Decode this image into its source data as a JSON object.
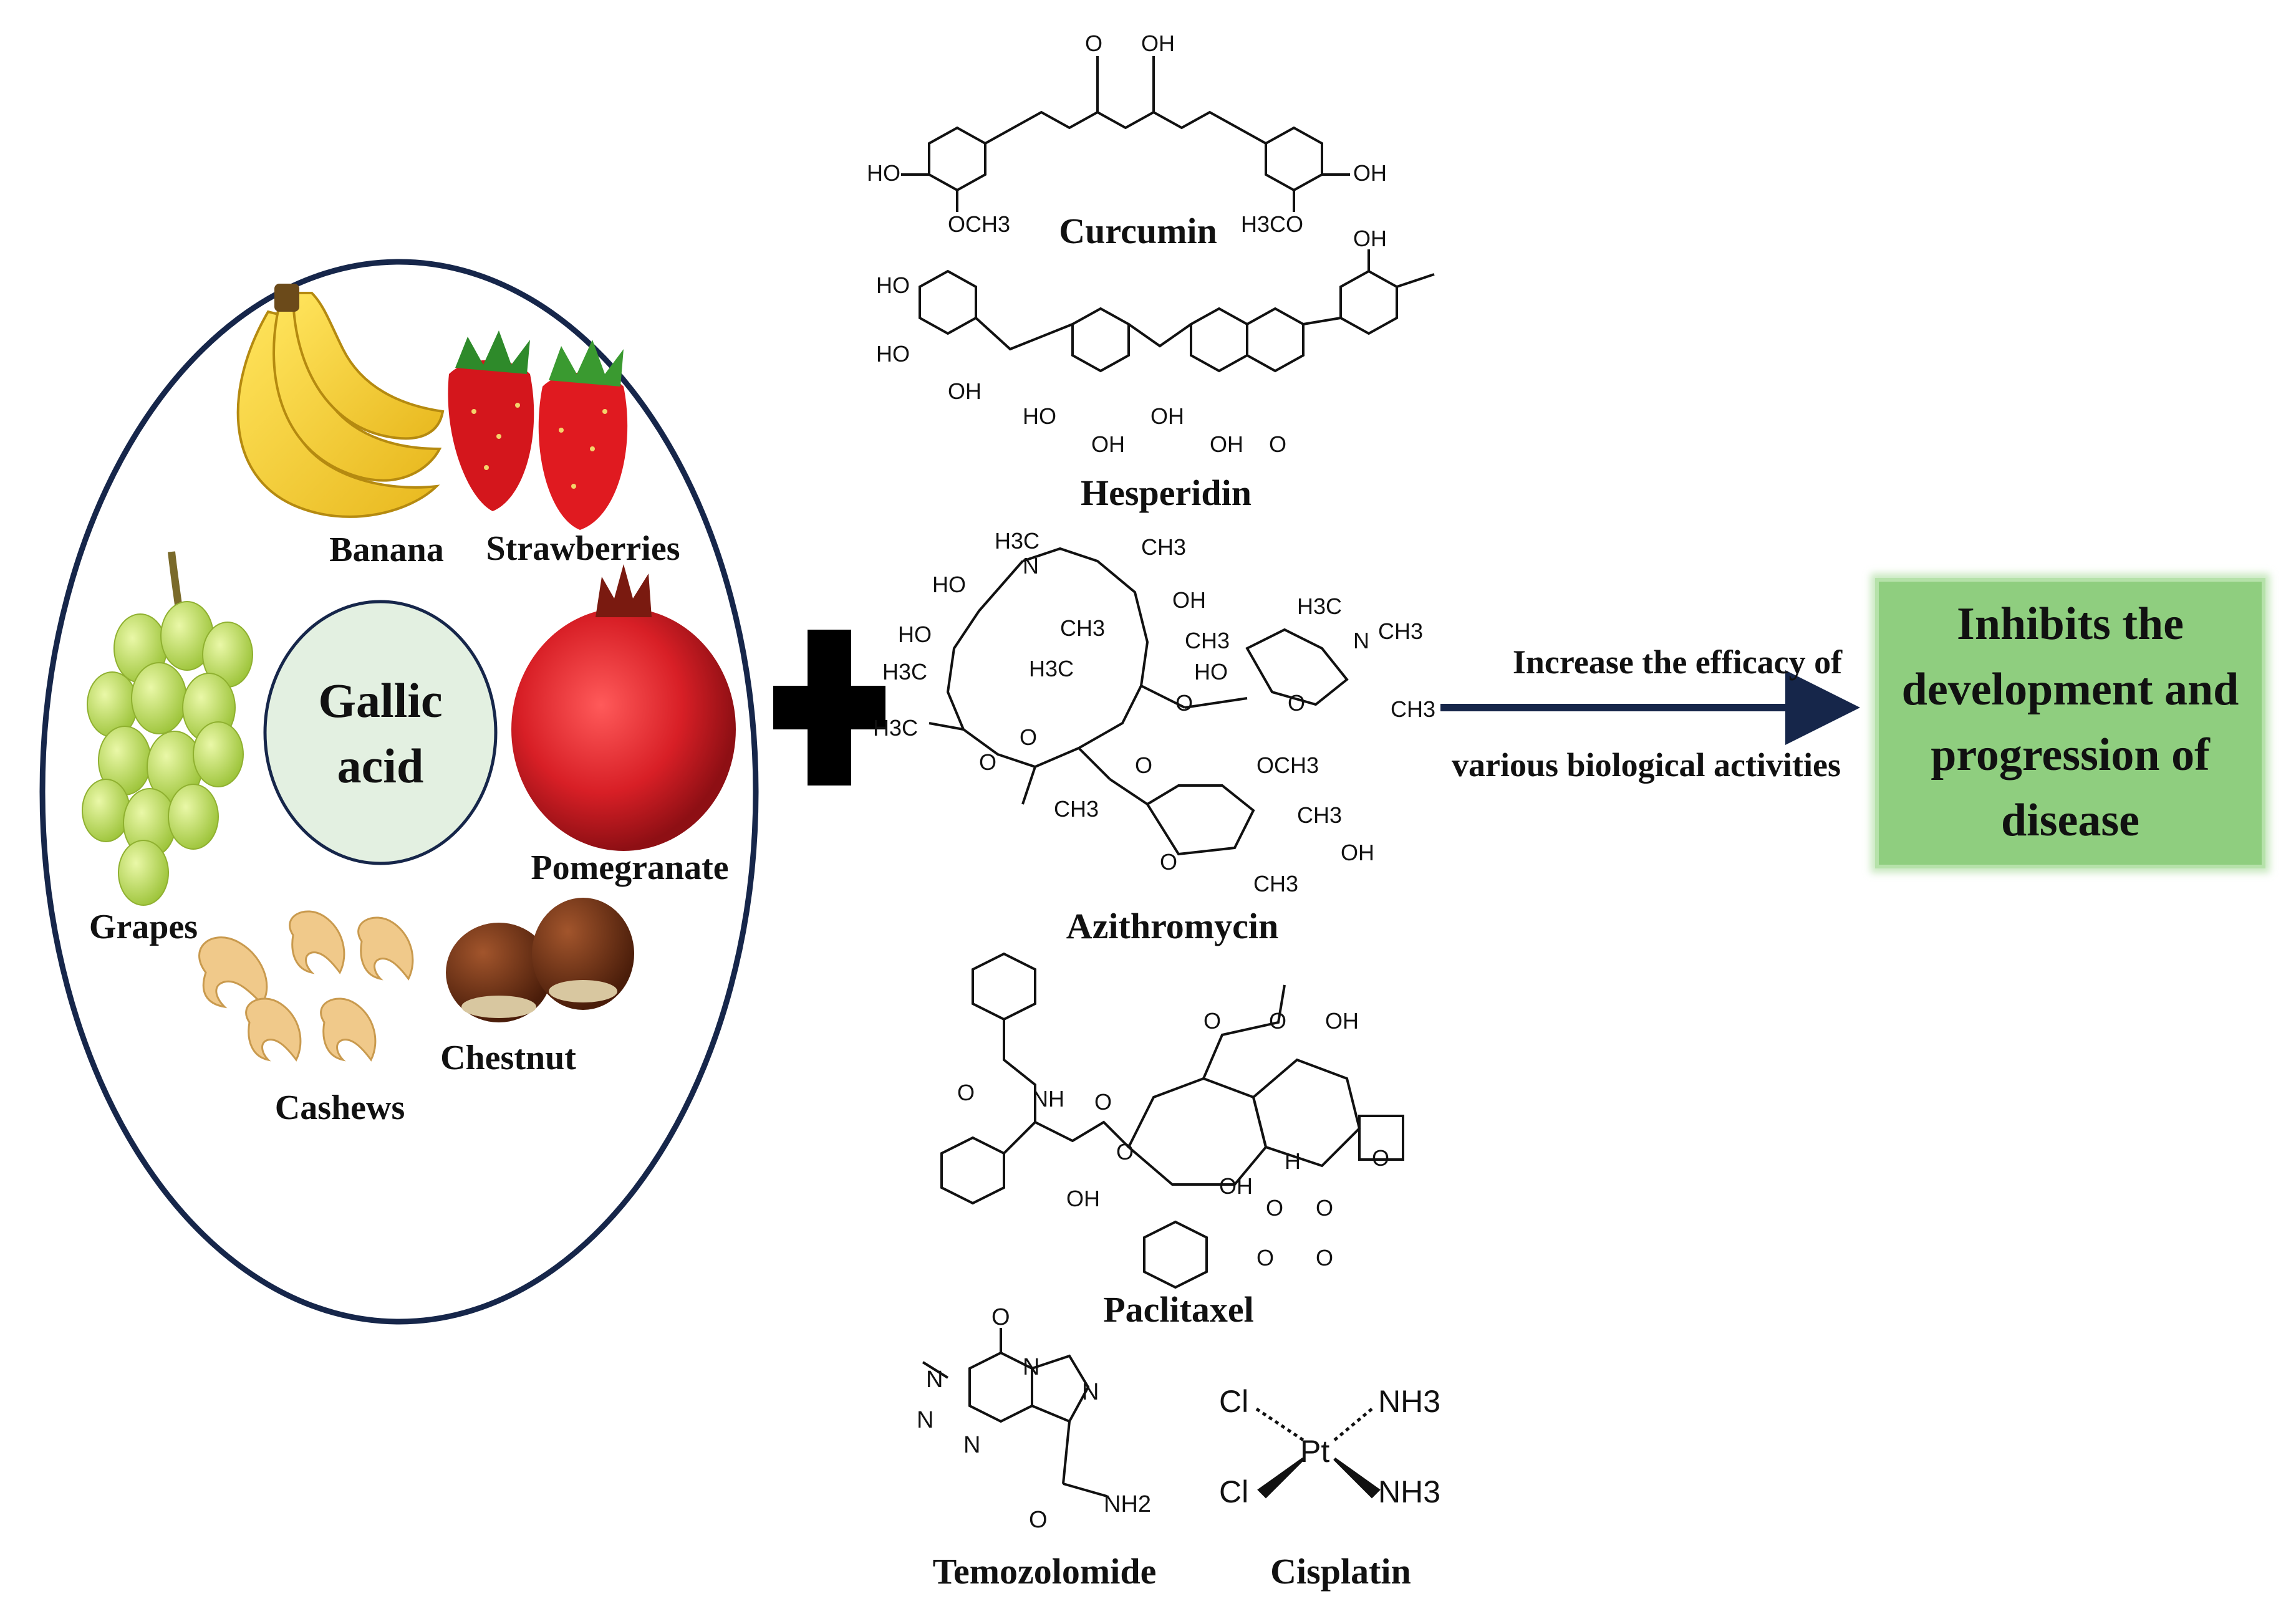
{
  "fruits_panel": {
    "center": "Gallic acid",
    "center_lines": [
      "Gallic",
      "acid"
    ],
    "items": [
      "Banana",
      "Strawberries",
      "Grapes",
      "Pomegranate",
      "Cashews",
      "Chestnut"
    ]
  },
  "compounds": [
    "Curcumin",
    "Hesperidin",
    "Azithromycin",
    "Paclitaxel",
    "Temozolomide",
    "Cisplatin"
  ],
  "arrow": {
    "line1": "Increase the efficacy of",
    "line2": "various biological activities"
  },
  "result": {
    "lines": [
      "Inhibits the",
      "development and",
      "progression of",
      "disease"
    ],
    "fill": "#8fce7f"
  },
  "colors": {
    "ellipse_border": "#16264a",
    "center_fill": "#e3f0e1",
    "arrow": "#16264a",
    "plus": "#000000"
  }
}
